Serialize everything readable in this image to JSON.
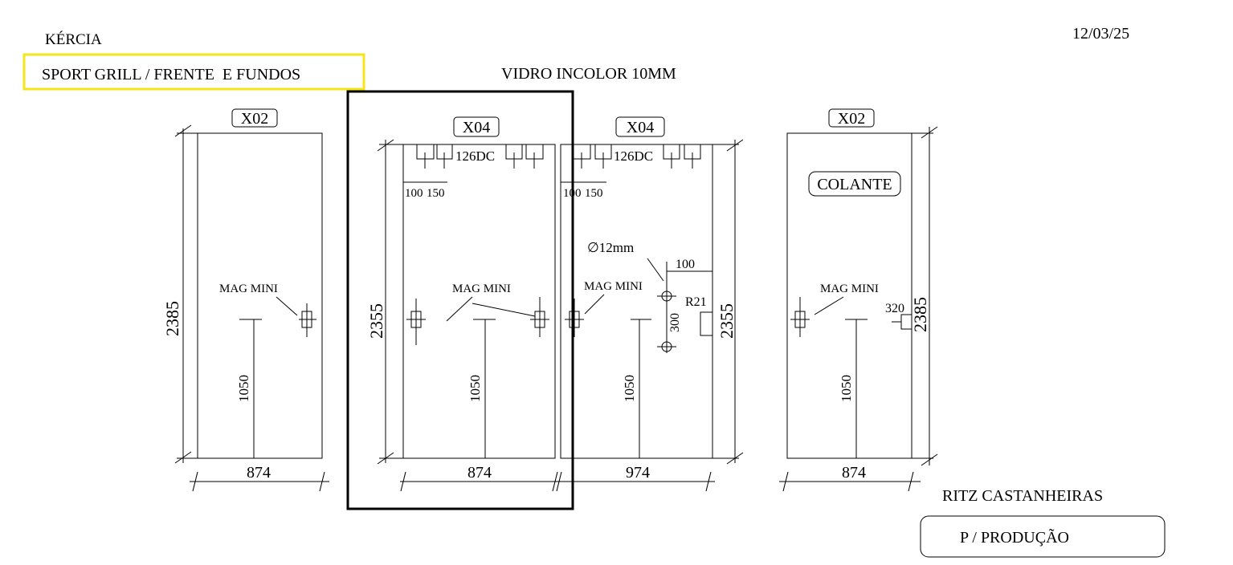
{
  "header": {
    "client": "KÉRCIA",
    "project": "SPORT GRILL / FRENTE  E FUNDOS",
    "date": "12/03/25",
    "material": "VIDRO INCOLOR 10MM"
  },
  "panels": [
    {
      "qty": "X02",
      "width": "874",
      "height": "2385",
      "handle_height": "1050",
      "label": "MAG MINI"
    },
    {
      "qty": "X04",
      "width": "874",
      "height": "2355",
      "handle_height": "1050",
      "label": "MAG MINI",
      "hinge": "126DC",
      "dim_a": "100",
      "dim_b": "150"
    },
    {
      "qty": "X04",
      "width": "974",
      "height": "2355",
      "handle_height": "1050",
      "label": "MAG MINI",
      "hinge": "126DC",
      "dim_a": "100",
      "dim_b": "150",
      "hole": "∅12mm",
      "hole_offset": "100",
      "hole_spacing": "300",
      "radius": "R21"
    },
    {
      "qty": "X02",
      "width": "874",
      "height": "2385",
      "handle_height": "1050",
      "label": "MAG MINI",
      "note": "COLANTE",
      "side_dim": "320"
    }
  ],
  "footer": {
    "site": "RITZ CASTANHEIRAS",
    "status": "P / PRODUÇÃO"
  },
  "colors": {
    "highlight": "#f5e61a",
    "ink": "#000000"
  }
}
